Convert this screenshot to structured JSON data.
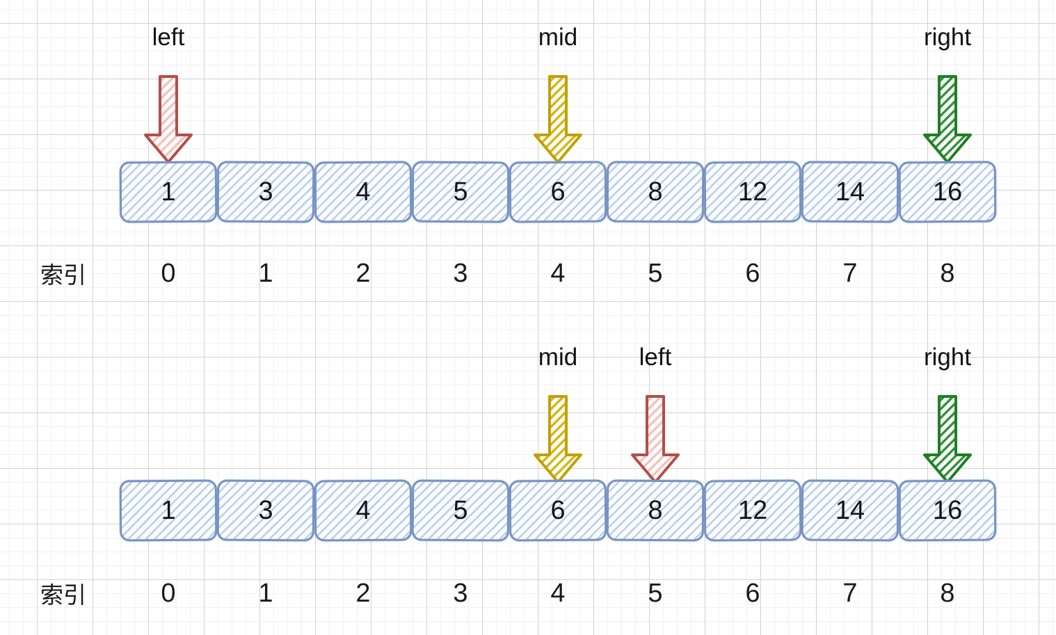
{
  "index_row_label": "索引",
  "array_values": [
    "1",
    "3",
    "4",
    "5",
    "6",
    "8",
    "12",
    "14",
    "16"
  ],
  "index_values": [
    "0",
    "1",
    "2",
    "3",
    "4",
    "5",
    "6",
    "7",
    "8"
  ],
  "pointer_colors": {
    "left": {
      "stroke": "#b34e48",
      "hatch": "#f3c1be"
    },
    "mid": {
      "stroke": "#c2a006",
      "hatch": "#d4b60e"
    },
    "right": {
      "stroke": "#1e7f24",
      "hatch": "#2f9134"
    }
  },
  "cell_colors": {
    "border": "#7693c2",
    "hatch": "#a0c1e8",
    "text": "#141414"
  },
  "grid_colors": {
    "minor": "#f1f1f1",
    "major": "#d2d2d2"
  },
  "diagrams": [
    {
      "id": "top",
      "pointers": [
        {
          "label": "left",
          "kind": "left",
          "cell_index": 0
        },
        {
          "label": "mid",
          "kind": "mid",
          "cell_index": 4
        },
        {
          "label": "right",
          "kind": "right",
          "cell_index": 8
        }
      ]
    },
    {
      "id": "bottom",
      "pointers": [
        {
          "label": "mid",
          "kind": "mid",
          "cell_index": 4
        },
        {
          "label": "left",
          "kind": "left",
          "cell_index": 5
        },
        {
          "label": "right",
          "kind": "right",
          "cell_index": 8
        }
      ]
    }
  ]
}
